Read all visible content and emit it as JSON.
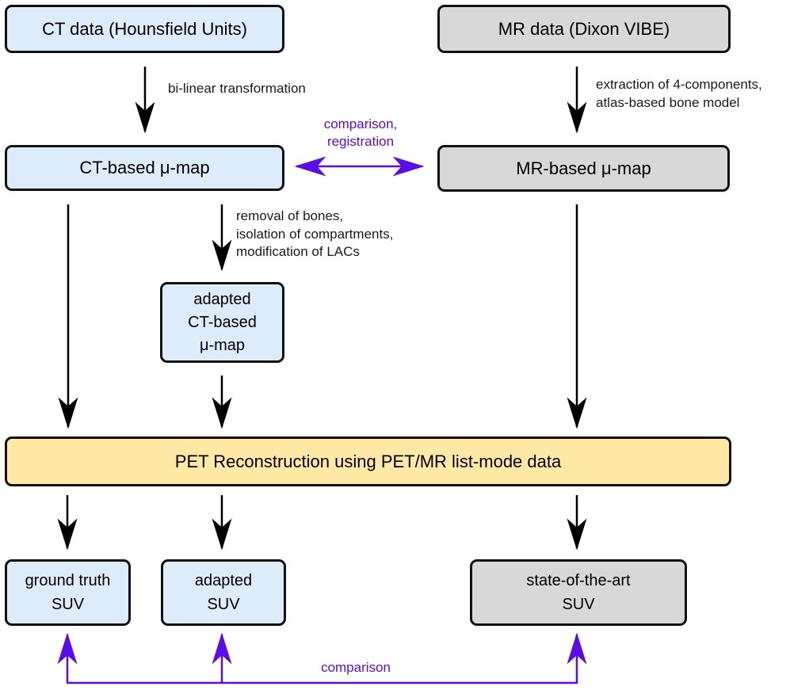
{
  "colors": {
    "node_blue_fill": "#dcecfb",
    "node_gray_fill": "#d8d8d8",
    "node_yellow_fill": "#ffe9a5",
    "node_border": "#111111",
    "arrow_black": "#000000",
    "arrow_purple": "#5a0de8",
    "background": "#ffffff"
  },
  "nodes": {
    "ct_data": {
      "label": "CT data (Hounsfield Units)"
    },
    "mr_data": {
      "label": "MR data (Dixon VIBE)"
    },
    "ct_mu_map": {
      "label": "CT-based μ-map"
    },
    "mr_mu_map": {
      "label": "MR-based μ-map"
    },
    "adapted_ct_mu_map": {
      "lines": [
        "adapted",
        "CT-based",
        "μ-map"
      ]
    },
    "pet_recon": {
      "label": "PET Reconstruction using PET/MR list-mode data"
    },
    "ground_truth_suv": {
      "lines": [
        "ground truth",
        "SUV"
      ]
    },
    "adapted_suv": {
      "lines": [
        "adapted",
        "SUV"
      ]
    },
    "state_of_the_art_suv": {
      "lines": [
        "state-of-the-art",
        "SUV"
      ]
    }
  },
  "edge_labels": {
    "bilinear": "bi-linear transformation",
    "extraction": {
      "lines": [
        "extraction of 4-components,",
        "atlas-based bone model"
      ]
    },
    "removal": {
      "lines": [
        "removal of bones,",
        "isolation of compartments,",
        "modification of LACs"
      ]
    },
    "comparison_registration": {
      "lines": [
        "comparison,",
        "registration"
      ]
    },
    "comparison": "comparison"
  }
}
